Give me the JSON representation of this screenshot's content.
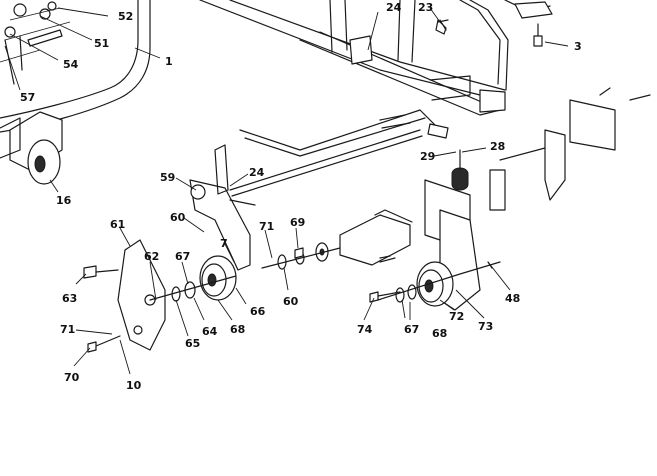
{
  "callouts": [
    {
      "id": "c52",
      "text": "52"
    },
    {
      "id": "c51",
      "text": "51"
    },
    {
      "id": "c54",
      "text": "54"
    },
    {
      "id": "c57",
      "text": "57"
    },
    {
      "id": "c1",
      "text": "1"
    },
    {
      "id": "c16",
      "text": "16"
    },
    {
      "id": "c24a",
      "text": "24"
    },
    {
      "id": "c23",
      "text": "23"
    },
    {
      "id": "c3",
      "text": "3"
    },
    {
      "id": "c28",
      "text": "28"
    },
    {
      "id": "c29",
      "text": "29"
    },
    {
      "id": "c59",
      "text": "59"
    },
    {
      "id": "c24b",
      "text": "24"
    },
    {
      "id": "c60a",
      "text": "60"
    },
    {
      "id": "c71a",
      "text": "71"
    },
    {
      "id": "c69",
      "text": "69"
    },
    {
      "id": "c61",
      "text": "61"
    },
    {
      "id": "c7",
      "text": "7"
    },
    {
      "id": "c62",
      "text": "62"
    },
    {
      "id": "c67a",
      "text": "67"
    },
    {
      "id": "c63",
      "text": "63"
    },
    {
      "id": "c60b",
      "text": "60"
    },
    {
      "id": "c66",
      "text": "66"
    },
    {
      "id": "c64",
      "text": "64"
    },
    {
      "id": "c65",
      "text": "65"
    },
    {
      "id": "c68a",
      "text": "68"
    },
    {
      "id": "c71b",
      "text": "71"
    },
    {
      "id": "c70",
      "text": "70"
    },
    {
      "id": "c10",
      "text": "10"
    },
    {
      "id": "c74",
      "text": "74"
    },
    {
      "id": "c67b",
      "text": "67"
    },
    {
      "id": "c68b",
      "text": "68"
    },
    {
      "id": "c72",
      "text": "72"
    },
    {
      "id": "c73",
      "text": "73"
    },
    {
      "id": "c48",
      "text": "48"
    }
  ]
}
